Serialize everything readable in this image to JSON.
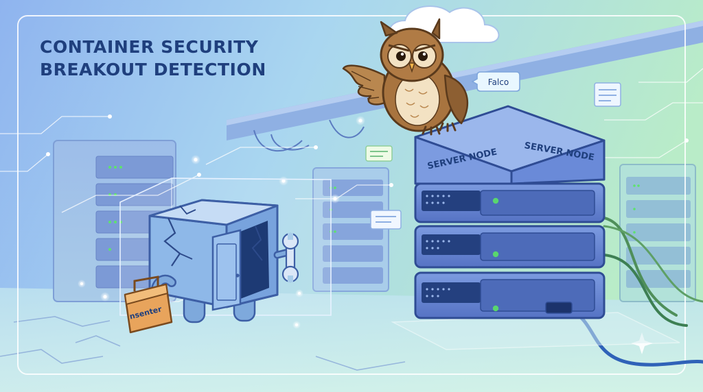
{
  "title": {
    "line1": "CONTAINER SECURITY",
    "line2": "BREAKOUT DETECTION"
  },
  "owl": {
    "name_tag": "Falco"
  },
  "server": {
    "front_label": "SERVER NODE",
    "side_label": "SERVER NODE"
  },
  "toolbox": {
    "label": "nsenter"
  },
  "colors": {
    "title_text": "#1f3f7d",
    "server_body": "#5c7fd0",
    "led_green": "#59d66e",
    "owl_brown": "#a8743f",
    "container_blue": "#8eb8e8",
    "toolbox_orange": "#e8a45c"
  },
  "icons": [
    "owl-mascot",
    "server-rack",
    "broken-container",
    "wrench-icon",
    "toolbox-icon",
    "cloud-icon",
    "message-bubble-icon",
    "sparkle-icon"
  ]
}
